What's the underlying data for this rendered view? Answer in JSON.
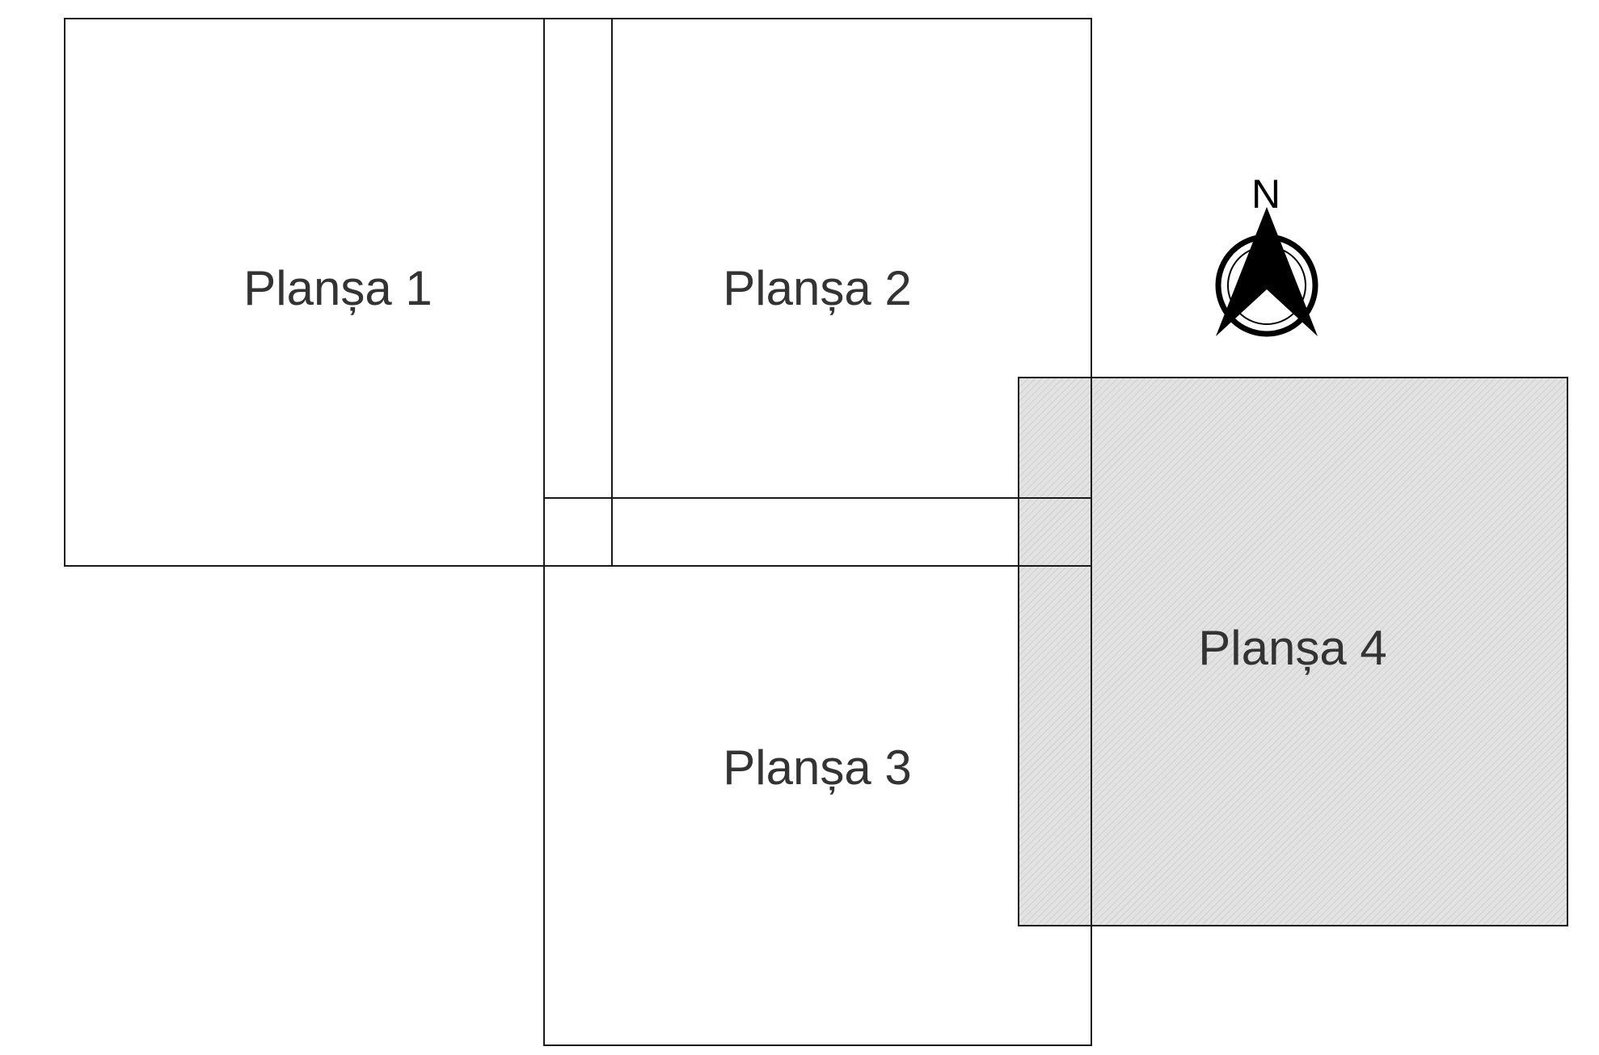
{
  "map": {
    "sheets": [
      {
        "id": "sheet-1",
        "label": "Planșa 1",
        "highlighted": false
      },
      {
        "id": "sheet-2",
        "label": "Planșa 2",
        "highlighted": false
      },
      {
        "id": "sheet-3",
        "label": "Planșa 3",
        "highlighted": false
      },
      {
        "id": "sheet-4",
        "label": "Planșa 4",
        "highlighted": true
      }
    ],
    "north_arrow": {
      "label": "N",
      "icon": "north-arrow-icon"
    },
    "colors": {
      "outline": "#1a1a1a",
      "label": "#333333",
      "highlight_fill": "#e2e2e2",
      "hatch": "#cfcfcf",
      "north_arrow": "#000000"
    }
  }
}
